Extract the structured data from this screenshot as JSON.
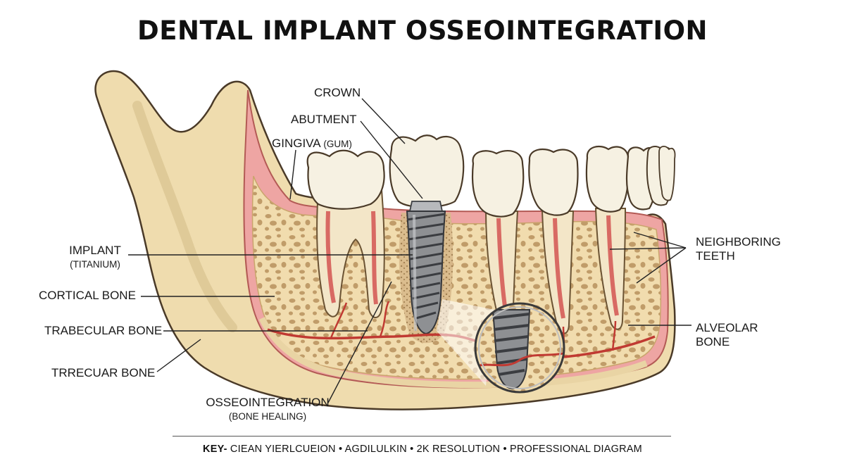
{
  "title": "DENTAL IMPLANT OSSEOINTEGRATION",
  "labels": {
    "crown": "CROWN",
    "abutment": "ABUTMENT",
    "gingiva": "GINGIVA",
    "gingiva_sub": "(GUM)",
    "implant": "IMPLANT",
    "implant_sub": "(TITANIUM)",
    "cortical_bone": "CORTICAL BONE",
    "trabecular_bone": "TRABECULAR BONE",
    "trrecuar_bone": "TRRECUAR BONE",
    "osseointegration": "OSSEOINTEGRATION",
    "osseointegration_sub": "(BONE HEALING)",
    "neighboring_teeth_1": "NEIGHBORING",
    "neighboring_teeth_2": "TEETH",
    "alveolar_bone_1": "ALVEOLAR",
    "alveolar_bone_2": "BONE"
  },
  "footer": {
    "key_label": "KEY-",
    "text": " CIEAN YIERLCUEION • AGDILULKIN • 2K RESOLUTION • PROFESSIONAL DIAGRAM"
  },
  "colors": {
    "bone": "#efdcae",
    "bone_outline": "#4a3a28",
    "gum": "#eea5a3",
    "pore": "#bd9a68",
    "tooth": "#f6f1e2",
    "implant": "#8e9093",
    "vessel": "#c03a32"
  }
}
